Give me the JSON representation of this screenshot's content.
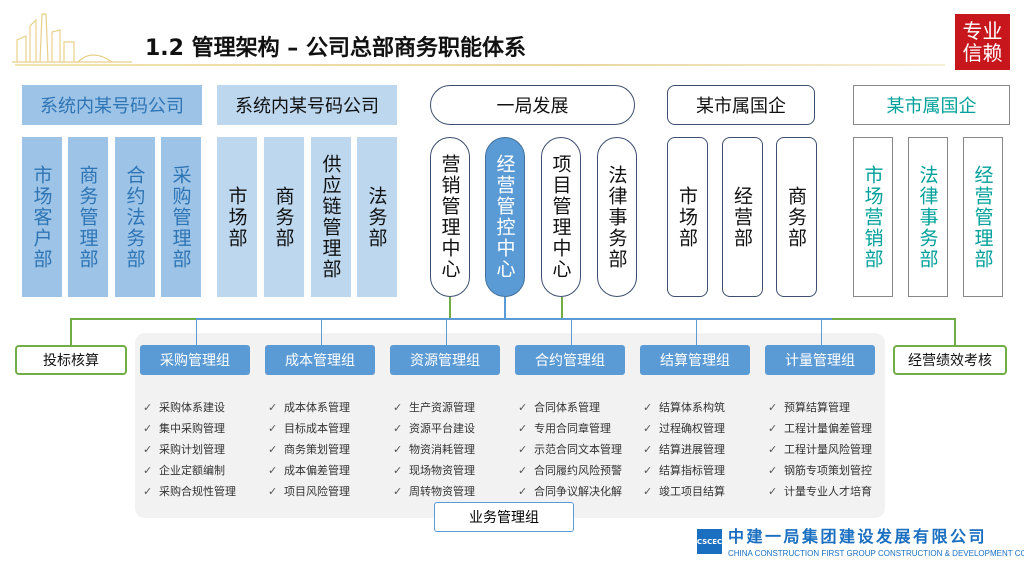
{
  "header": {
    "title": "1.2 管理架构 – 公司总部商务职能体系",
    "seal_text": "专业 信赖"
  },
  "colors": {
    "blue": "#5b9bd5",
    "mid_blue": "#9dc3e6",
    "light_blue": "#bdd7ee",
    "green": "#70ad47",
    "teal": "#00a19a",
    "seal_red": "#c8161d"
  },
  "orgs": [
    {
      "title": "系统内某号码公司",
      "departments": [
        "市场客户部",
        "商务管理部",
        "合约法务部",
        "采购管理部"
      ]
    },
    {
      "title": "系统内某号码公司",
      "departments": [
        "市场部",
        "商务部",
        "供应链管理部",
        "法务部"
      ]
    },
    {
      "title": "一局发展",
      "departments": [
        "营销管理中心",
        "经营管控中心",
        "项目管理中心",
        "法律事务部"
      ]
    },
    {
      "title": "某市属国企",
      "departments": [
        "市场部",
        "经营部",
        "商务部"
      ]
    },
    {
      "title": "某市属国企",
      "departments": [
        "市场营销部",
        "法律事务部",
        "经营管理部"
      ]
    }
  ],
  "side": {
    "left": "投标核算",
    "right": "经营绩效考核"
  },
  "groups": [
    {
      "name": "采购管理组",
      "items": [
        "采购体系建设",
        "集中采购管理",
        "采购计划管理",
        "企业定额编制",
        "采购合规性管理"
      ]
    },
    {
      "name": "成本管理组",
      "items": [
        "成本体系管理",
        "目标成本管理",
        "商务策划管理",
        "成本偏差管理",
        "项目风险管理"
      ]
    },
    {
      "name": "资源管理组",
      "items": [
        "生产资源管理",
        "资源平台建设",
        "物资消耗管理",
        "现场物资管理",
        "周转物资管理"
      ]
    },
    {
      "name": "合约管理组",
      "items": [
        "合同体系管理",
        "专用合同章管理",
        "示范合同文本管理",
        "合同履约风险预警",
        "合同争议解决化解"
      ]
    },
    {
      "name": "结算管理组",
      "items": [
        "结算体系构筑",
        "过程确权管理",
        "结算进展管理",
        "结算指标管理",
        "竣工项目结算"
      ]
    },
    {
      "name": "计量管理组",
      "items": [
        "预算结算管理",
        "工程计量偏差管理",
        "工程计量风险管理",
        "钢筋专项策划管控",
        "计量专业人才培育"
      ]
    }
  ],
  "check_mark": "✓",
  "business_group": "业务管理组",
  "footer": {
    "logo_text": "CSCEC",
    "company": "中建一局集团建设发展有限公司",
    "company_en": "CHINA CONSTRUCTION FIRST GROUP CONSTRUCTION & DEVELOPMENT CO.,LTD."
  }
}
